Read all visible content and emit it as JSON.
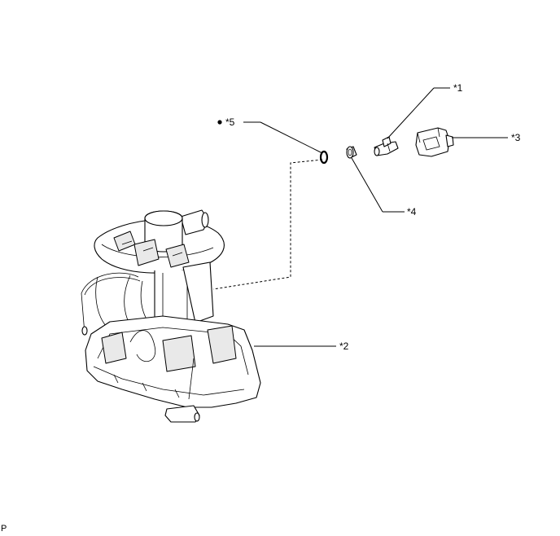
{
  "callouts": {
    "c1": "*1",
    "c2": "*2",
    "c3": "*3",
    "c4": "*4",
    "c5": "*5"
  },
  "corner_mark": "P",
  "icons": {
    "bullet": "filled-dot-icon"
  }
}
